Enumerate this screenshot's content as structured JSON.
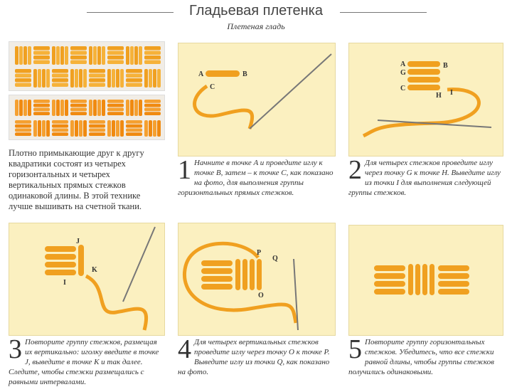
{
  "header": {
    "title": "Гладьевая плетенка",
    "subtitle": "Плетеная гладь"
  },
  "intro": "Плотно примыкающие друг к другу квадратики состоят из четырех горизонтальных и четырех вертикальных прямых стежков одинаковой длины. В этой технике лучше вышивать на счетной ткани.",
  "colors": {
    "thread": "#f0a020",
    "panel": "#fbf0c0"
  },
  "steps": [
    {
      "num": "1",
      "text": "Начните в точке A и проведите иглу к точке B, затем – к точке C, как показано на фото, для выполнения группы горизонтальных прямых стежков.",
      "labels": [
        "A",
        "B",
        "C"
      ]
    },
    {
      "num": "2",
      "text": "Для четырех стежков проведите иглу через точку G к точке H. Выведите иглу из точки I для выполнения следующей группы стежков.",
      "labels": [
        "A",
        "G",
        "C",
        "B",
        "H",
        "I"
      ]
    },
    {
      "num": "3",
      "text": "Повторите группу стежков, размещая их вертикально: иголку введите в точке J, выведите в точке K и так далее. Следите, чтобы стежки размещались с равными интервалами.",
      "labels": [
        "J",
        "K",
        "I"
      ]
    },
    {
      "num": "4",
      "text": "Для четырех вертикальных стежков проведите иглу через точку O к точке P. Выведите иглу из точки Q, как показано на фото.",
      "labels": [
        "P",
        "Q",
        "O"
      ]
    },
    {
      "num": "5",
      "text": "Повторите группу горизонтальных стежков. Убедитесь, что все стежки равной длины, чтобы группы стежков получились одинаковыми."
    }
  ]
}
